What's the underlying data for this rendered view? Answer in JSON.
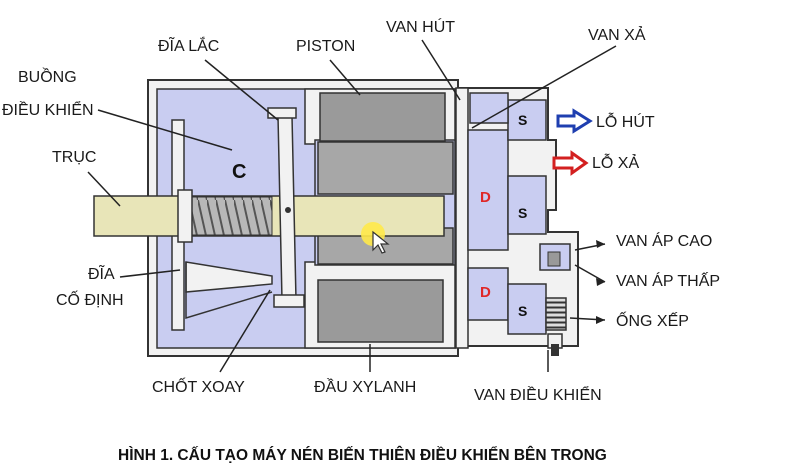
{
  "labels": {
    "buong": "BUỒNG",
    "dieu_khien": "ĐIỀU KHIỂN",
    "truc": "TRỤC",
    "dia_label": "ĐĨA",
    "co_dinh": "CỐ ĐỊNH",
    "dia_lac": "ĐĨA LẮC",
    "piston": "PISTON",
    "van_hut": "VAN HÚT",
    "van_xa": "VAN XẢ",
    "lo_hut": "LỖ HÚT",
    "lo_xa": "LỖ XẢ",
    "van_ap_cao": "VAN ÁP CAO",
    "van_ap_thap": "VAN ÁP THẤP",
    "ong_xep": "ỐNG XẾP",
    "chot_xoay": "CHỐT XOAY",
    "dau_xylanh": "ĐẦU XYLANH",
    "van_dieu_khien": "VAN ĐIỀU KHIỂN"
  },
  "marks": {
    "c": "C",
    "d_upper": "D",
    "d_lower": "D",
    "s1": "S",
    "s2": "S",
    "s3": "S"
  },
  "caption": "HÌNH 1. CẤU TẠO MÁY NÉN BIẾN THIÊN ĐIỀU KHIỂN BÊN TRONG",
  "colors": {
    "chamber": "#c9cdf1",
    "wall": "#f2f2f2",
    "shaft": "#e8e5b8",
    "piston": "#9a9a9a",
    "arrow_in": "#1f3fb0",
    "arrow_out": "#d32020",
    "mark_d": "#e02828"
  }
}
